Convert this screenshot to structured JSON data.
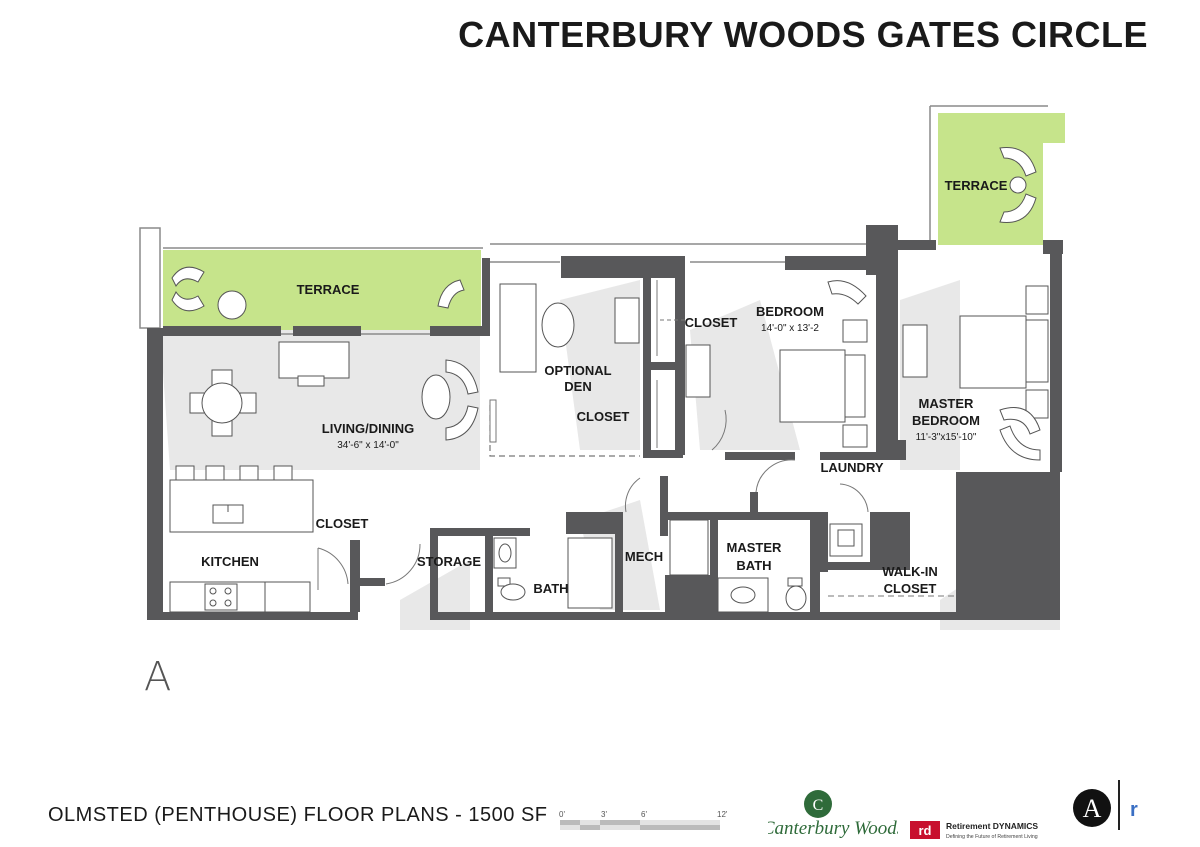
{
  "header": {
    "title": "CANTERBURY WOODS GATES CIRCLE"
  },
  "plan": {
    "unit_letter": "A",
    "rooms": {
      "terrace_left": "TERRACE",
      "terrace_right": "TERRACE",
      "living_dining": "LIVING/DINING",
      "living_dining_dim": "34'-6\" x 14'-0\"",
      "optional_den_1": "OPTIONAL",
      "optional_den_2": "DEN",
      "closet_den": "CLOSET",
      "closet_bedroom": "CLOSET",
      "bedroom": "BEDROOM",
      "bedroom_dim": "14'-0\" x 13'-2",
      "master_bedroom_1": "MASTER",
      "master_bedroom_2": "BEDROOM",
      "master_bedroom_dim": "11'-3\"x15'-10\"",
      "kitchen": "KITCHEN",
      "closet_kitchen": "CLOSET",
      "storage": "STORAGE",
      "bath": "BATH",
      "mech": "MECH",
      "master_bath_1": "MASTER",
      "master_bath_2": "BATH",
      "laundry": "LAUNDRY",
      "walk_in_closet_1": "WALK-IN",
      "walk_in_closet_2": "CLOSET"
    }
  },
  "scale_bar": {
    "labels": [
      "0'",
      "3'",
      "6'",
      "12'"
    ]
  },
  "footer": {
    "plan_title": "OLMSTED (PENTHOUSE) FLOOR PLANS - 1500 SF",
    "logo_canterbury": "Canterbury Woods",
    "logo_canterbury_letter": "C",
    "logo_rd_mark": "rd",
    "logo_rd_name": "Retirement DYNAMICS",
    "logo_rd_tagline": "Defining the Future of Retirement Living",
    "logo_a": "A",
    "logo_r": "r"
  },
  "colors": {
    "wall": "#58585a",
    "terrace": "#c6e48b",
    "shadow": "#e6e6e6",
    "accent_blue": "#3a6fc4",
    "rd_red": "#c8102e",
    "cw_green": "#2f6b3a"
  }
}
